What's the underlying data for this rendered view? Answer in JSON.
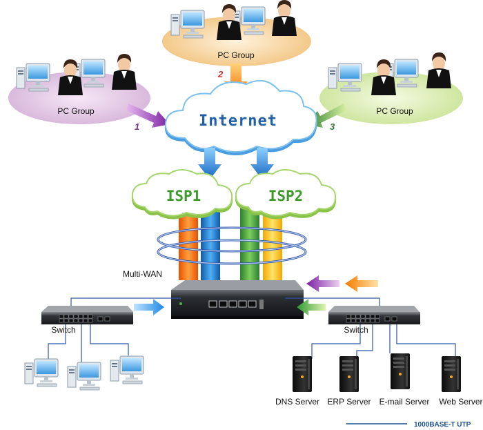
{
  "pc_groups": [
    {
      "label": "PC Group",
      "number": "1",
      "number_color": "#7a2c8c"
    },
    {
      "label": "PC Group",
      "number": "2",
      "number_color": "#d62f2f"
    },
    {
      "label": "PC Group",
      "number": "3",
      "number_color": "#2e7d32"
    }
  ],
  "clouds": {
    "internet": "Internet",
    "isp1": "ISP1",
    "isp2": "ISP2"
  },
  "device": {
    "multiwan_label": "Multi-WAN",
    "left_switch": "Switch",
    "right_switch": "Switch"
  },
  "servers": [
    {
      "label": "DNS Server"
    },
    {
      "label": "ERP Server"
    },
    {
      "label": "E-mail Server"
    },
    {
      "label": "Web Server"
    }
  ],
  "legend": {
    "label": "1000BASE-T UTP",
    "line_color": "#1d4f91"
  },
  "colors": {
    "cloud_text": "#1f5fa8",
    "isp_text": "#3d9a2a",
    "orange": "#f57c00",
    "blue": "#1e88e5",
    "green": "#43a047",
    "yellow": "#fbc02d",
    "purple": "#7b1fa2",
    "cable": "#2f56a8"
  }
}
